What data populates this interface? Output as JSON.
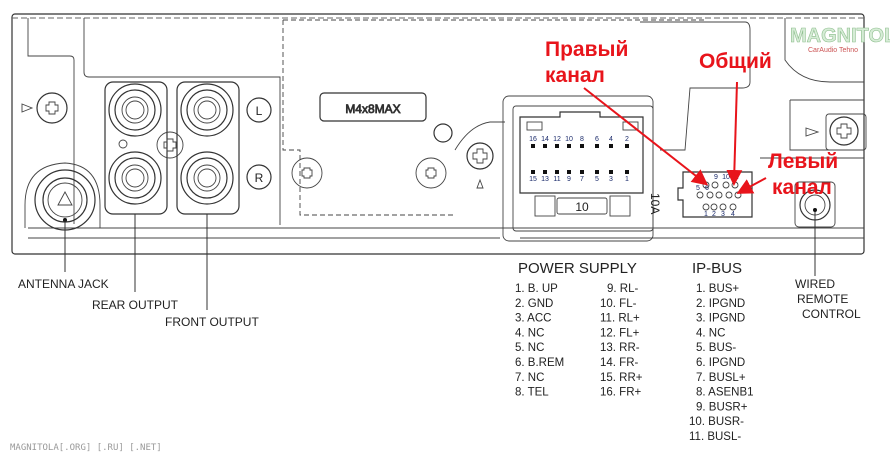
{
  "panel": {
    "model_label": "M4x8MAX",
    "left_marker": "L",
    "right_marker": "R",
    "fuse_label": "10",
    "fuse_rating": "10A",
    "power_pins_top": [
      "16",
      "14",
      "12",
      "10",
      "8",
      "6",
      "4",
      "2"
    ],
    "power_pins_bottom": [
      "15",
      "13",
      "11",
      "9",
      "7",
      "5",
      "3",
      "1"
    ],
    "ipbus_pins_top": [
      "9",
      "10",
      "11"
    ],
    "ipbus_pins_mid": [
      "5",
      "6",
      "7"
    ],
    "ipbus_pins_bottom": [
      "1",
      "2",
      "3",
      "4"
    ]
  },
  "annotations": {
    "right_channel": [
      "Правый",
      "канал"
    ],
    "common": "Общий",
    "left_channel": [
      "Левый",
      "канал"
    ],
    "color": "#e8141b"
  },
  "labels": {
    "antenna": "ANTENNA JACK",
    "rear": "REAR OUTPUT",
    "front": "FRONT OUTPUT",
    "wired_remote": [
      "WIRED",
      "REMOTE",
      "CONTROL"
    ]
  },
  "power_supply": {
    "title": "POWER SUPPLY",
    "col1": [
      "1. B. UP",
      "2. GND",
      "3. ACC",
      "4. NC",
      "5. NC",
      "6. B.REM",
      "7. NC",
      "8. TEL"
    ],
    "col2": [
      "9. RL-",
      "10. FL-",
      "11. RL+",
      "12. FL+",
      "13. RR-",
      "14. FR-",
      "15. RR+",
      "16. FR+"
    ]
  },
  "ip_bus": {
    "title": "IP-BUS",
    "items": [
      "1. BUS+",
      "2. IPGND",
      "3. IPGND",
      "4. NC",
      "5. BUS-",
      "6. IPGND",
      "7. BUSL+",
      "8. ASENB1",
      "9. BUSR+",
      "10. BUSR-",
      "11. BUSL-"
    ]
  },
  "watermark": {
    "logo": "MAGNITOLA",
    "sub": "CarAudio Tehno"
  },
  "footer": "MAGNITOLA[.ORG] [.RU] [.NET]"
}
